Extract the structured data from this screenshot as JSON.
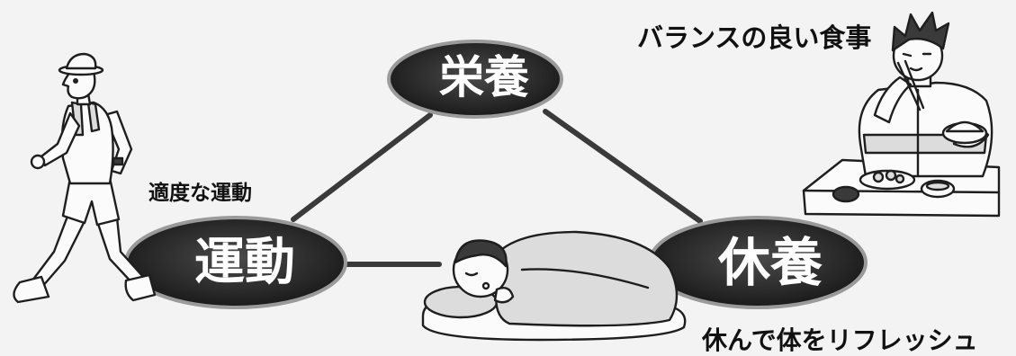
{
  "diagram": {
    "nodes": {
      "nutrition": "栄養",
      "exercise": "運動",
      "rest": "休養"
    },
    "captions": {
      "nutrition": "バランスの良い食事",
      "exercise": "適度な運動",
      "rest": "休んで体をリフレッシュ"
    }
  },
  "colors": {
    "background": "#f3f3f3",
    "node_fill": "#262626",
    "node_ring": "#9a9a9a",
    "connector": "#3a3a3a",
    "text": "#111111"
  },
  "icons": [
    "walking-man-illustration",
    "eating-man-illustration",
    "sleeping-child-illustration"
  ]
}
